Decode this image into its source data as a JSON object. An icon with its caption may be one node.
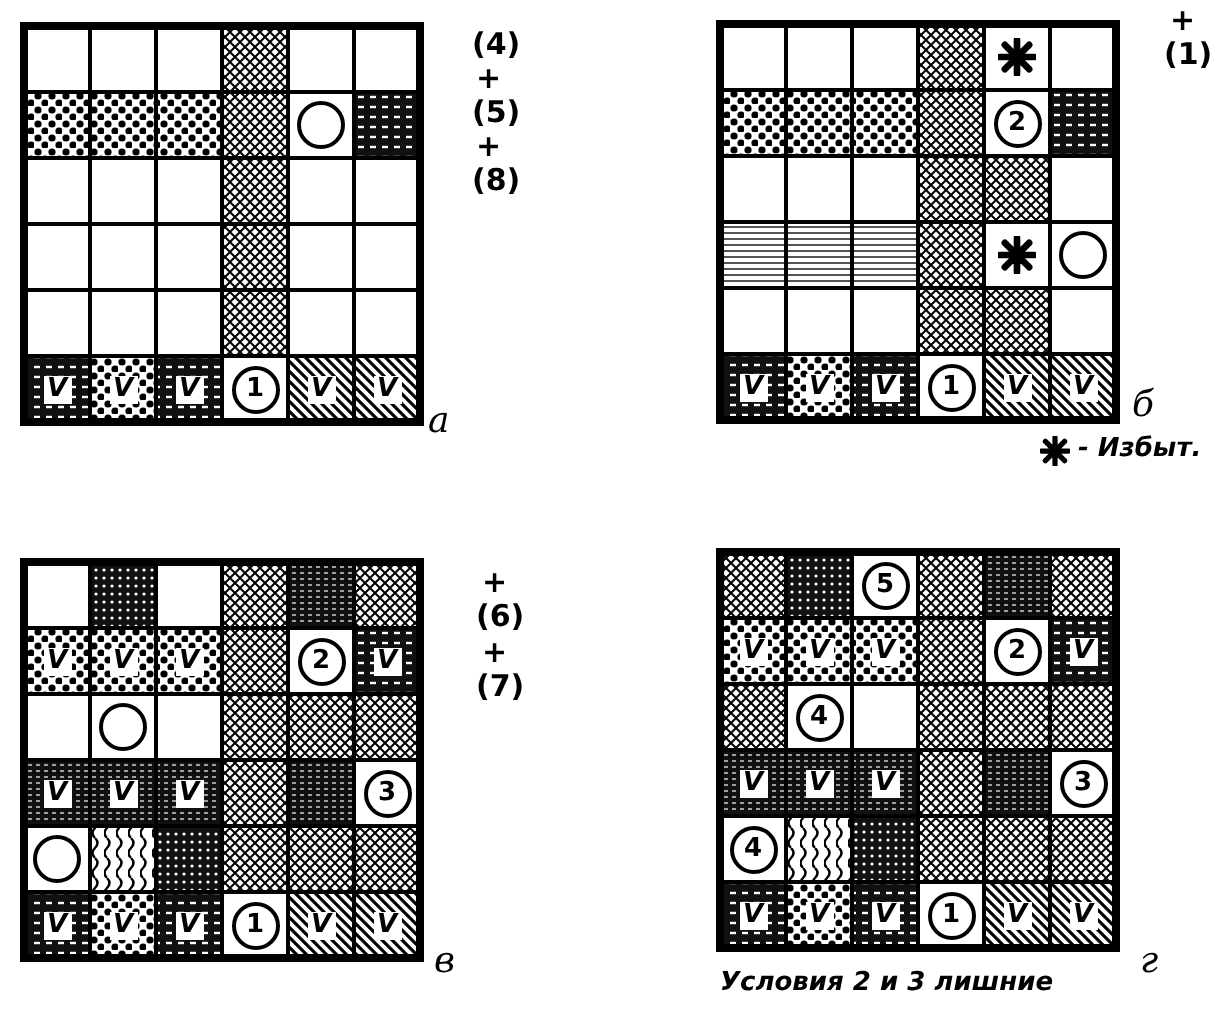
{
  "diagram": {
    "labels": [
      "(4)",
      "+",
      "(5)",
      "+",
      "(8)",
      "V",
      "V",
      "V",
      "1",
      "V",
      "V",
      "а",
      "+",
      "(1)",
      "2",
      "V",
      "V",
      "V",
      "1",
      "V",
      "V",
      "б",
      "+",
      "(6)",
      "+",
      "(7)",
      "V",
      "V",
      "V",
      "2",
      "V",
      "V",
      "V",
      "V",
      "3",
      "V",
      "V",
      "V",
      "1",
      "V",
      "V",
      "в",
      "5",
      "V",
      "V",
      "V",
      "2",
      "V",
      "4",
      "V",
      "V",
      "V",
      "3",
      "4",
      "V",
      "V",
      "V",
      "1",
      "V",
      "V",
      "г",
      "Условия 2 и 3 лишние"
    ],
    "legend": [
      {
        "text": "- Избыт."
      }
    ]
  }
}
